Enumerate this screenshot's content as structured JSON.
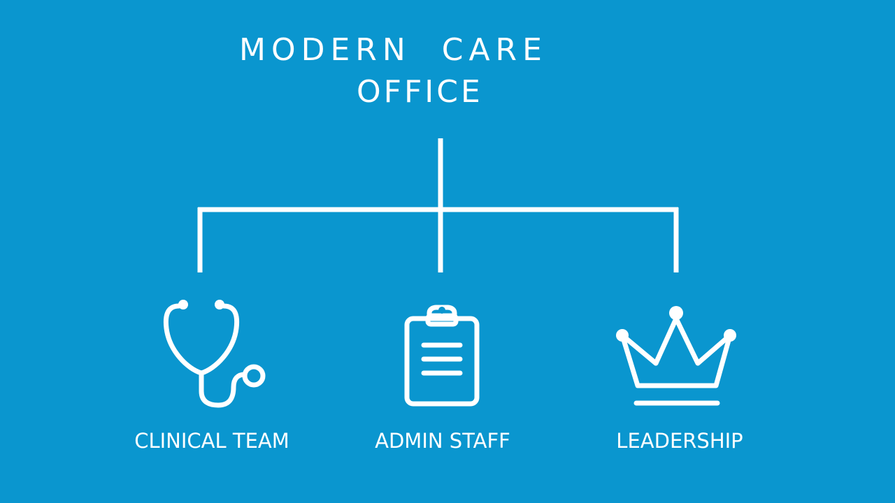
{
  "title": {
    "line1": "MODERN  CARE",
    "line2": "OFFICE"
  },
  "colors": {
    "background": "#0a96cf",
    "foreground": "#ffffff"
  },
  "nodes": [
    {
      "label": "CLINICAL TEAM",
      "icon": "stethoscope-icon"
    },
    {
      "label": "ADMIN STAFF",
      "icon": "clipboard-icon"
    },
    {
      "label": "LEADERSHIP",
      "icon": "crown-icon"
    }
  ]
}
